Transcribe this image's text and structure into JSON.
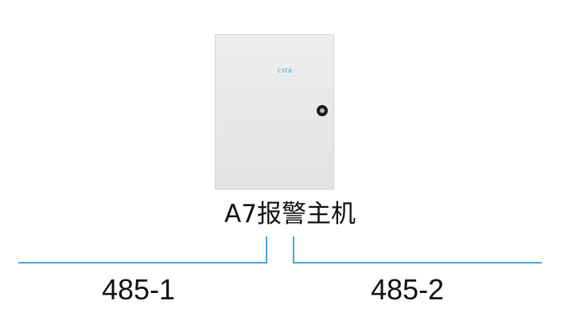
{
  "device": {
    "brand": "csta",
    "name": "A7报警主机"
  },
  "buses": [
    {
      "label": "485-1"
    },
    {
      "label": "485-2"
    }
  ],
  "colors": {
    "bus_line": "#4aa3e0",
    "brand_text": "#4a9fd6"
  }
}
